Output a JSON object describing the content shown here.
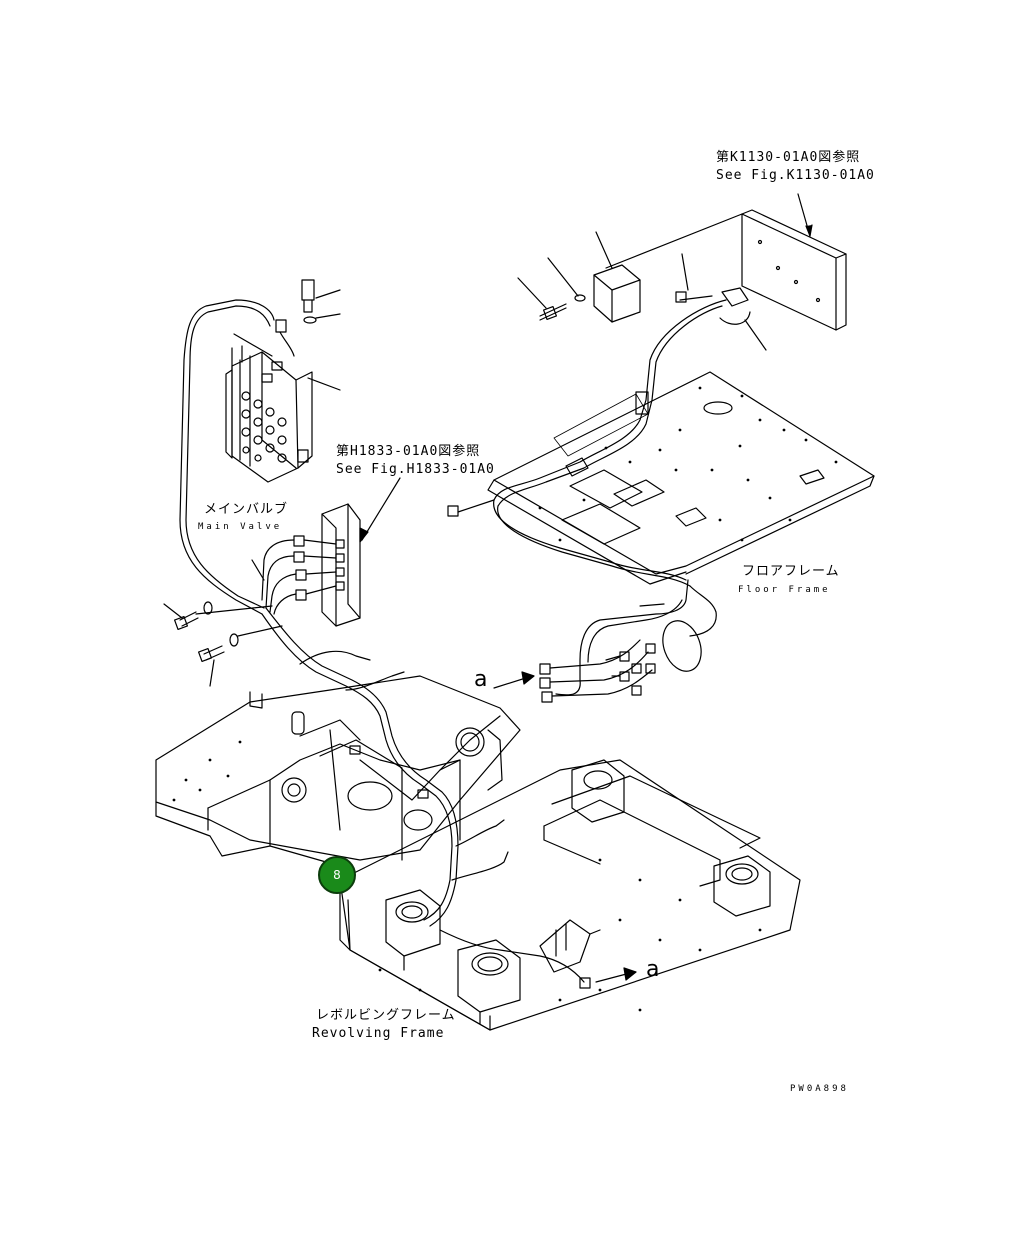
{
  "refs": {
    "k1130_jp": "第K1130-01A0図参照",
    "k1130_en": "See Fig.K1130-01A0",
    "h1833_jp": "第H1833-01A0図参照",
    "h1833_en": "See Fig.H1833-01A0"
  },
  "labels": {
    "main_valve_jp": "メインバルブ",
    "main_valve_en": "Main Valve",
    "floor_frame_jp": "フロアフレーム",
    "floor_frame_en": "Floor Frame",
    "revolving_frame_jp": "レボルビングフレーム",
    "revolving_frame_en": "Revolving Frame",
    "connector_a_top": "a",
    "connector_a_bottom": "a",
    "drawing_code": "PW0A898"
  },
  "callout": {
    "number": "8",
    "color": "#1a8a1a"
  }
}
